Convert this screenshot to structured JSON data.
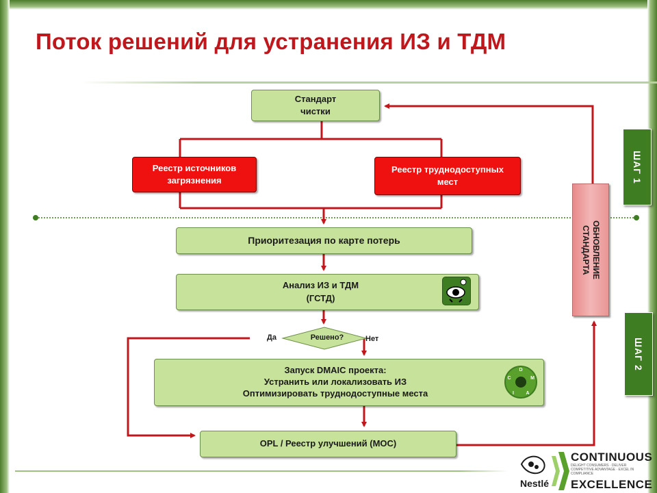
{
  "title": "Поток решений для устранения ИЗ и ТДМ",
  "nodes": {
    "standard": "Стандарт\nчистки",
    "sources_registry": "Реестр источников\nзагрязнения",
    "hard_to_reach_registry": "Реестр труднодоступных\nмест",
    "prioritization": "Приоритезация по карте потерь",
    "analysis": "Анализ ИЗ и ТДМ\n(ГСТД)",
    "decision": "Решено?",
    "dmaic": "Запуск DMAIC проекта:\nУстранить или локализовать ИЗ\nОптимизировать труднодоступные места",
    "opl": "OPL / Реестр улучшений (МОС)",
    "update_standard": "ОБНОВЛЕНИЕ\nСТАНДАРТА"
  },
  "branch_labels": {
    "yes": "Да",
    "no": "Нет"
  },
  "steps": {
    "step1": "ШАГ 1",
    "step2": "ШАГ 2"
  },
  "dmaic_letters": [
    "D",
    "M",
    "A",
    "I",
    "C"
  ],
  "logo": {
    "brand": "Nestlé",
    "line1": "CONTINUOUS",
    "line2": "EXCELLENCE",
    "tagline": "DELIGHT CONSUMERS · DELIVER COMPETITIVE ADVANTAGE · EXCEL IN COMPLIANCE"
  },
  "colors": {
    "title": "#c0171d",
    "arrow": "#c0171d",
    "green_box": "#c7e29a",
    "red_box": "#ef1010",
    "step": "#3f7d22"
  }
}
